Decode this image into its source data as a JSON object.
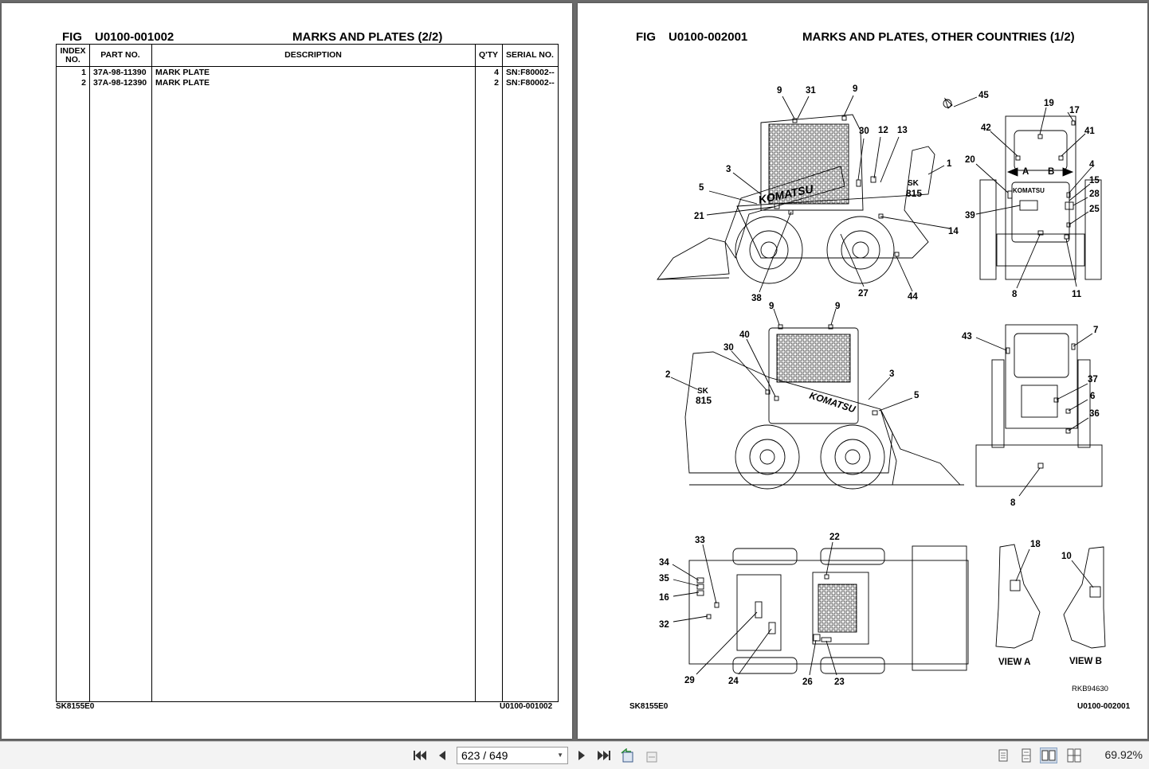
{
  "left_page": {
    "fig_label": "FIG",
    "fig_number": "U0100-001002",
    "title": "MARKS AND PLATES (2/2)",
    "columns": [
      "INDEX NO.",
      "PART NO.",
      "DESCRIPTION",
      "Q'TY",
      "SERIAL NO."
    ],
    "rows": [
      {
        "index": "1",
        "part_no": "37A-98-11390",
        "description": "MARK PLATE",
        "qty": "4",
        "serial": "SN:F80002--"
      },
      {
        "index": "2",
        "part_no": "37A-98-12390",
        "description": "MARK PLATE",
        "qty": "2",
        "serial": "SN:F80002--"
      }
    ],
    "footer_left": "SK8155E0",
    "footer_right": "U0100-001002"
  },
  "right_page": {
    "fig_label": "FIG",
    "fig_number": "U0100-002001",
    "title": "MARKS AND PLATES, OTHER COUNTRIES (1/2)",
    "brand_text": "KOMATSU",
    "model_text_sk": "SK",
    "model_text_num": "815",
    "arrow_a": "A",
    "arrow_b": "B",
    "view_a": "VIEW A",
    "view_b": "VIEW B",
    "drawing_code": "RKB94630",
    "callouts": [
      "9",
      "31",
      "9",
      "30",
      "12",
      "13",
      "1",
      "3",
      "5",
      "21",
      "38",
      "27",
      "44",
      "14",
      "45",
      "19",
      "17",
      "42",
      "41",
      "20",
      "4",
      "15",
      "28",
      "25",
      "39",
      "8",
      "11",
      "9",
      "9",
      "40",
      "30",
      "2",
      "3",
      "5",
      "43",
      "7",
      "37",
      "6",
      "36",
      "8",
      "33",
      "22",
      "34",
      "35",
      "16",
      "32",
      "29",
      "24",
      "26",
      "23",
      "18",
      "10"
    ],
    "footer_left": "SK8155E0",
    "footer_right": "U0100-002001"
  },
  "toolbar": {
    "page_indicator": "623 / 649",
    "zoom": "69.92%",
    "buttons": [
      "first-page",
      "previous-page",
      "next-page",
      "last-page",
      "rotate",
      "rotate-alt",
      "single-page-view",
      "continuous-view",
      "two-page-view",
      "two-page-continuous-view"
    ]
  }
}
